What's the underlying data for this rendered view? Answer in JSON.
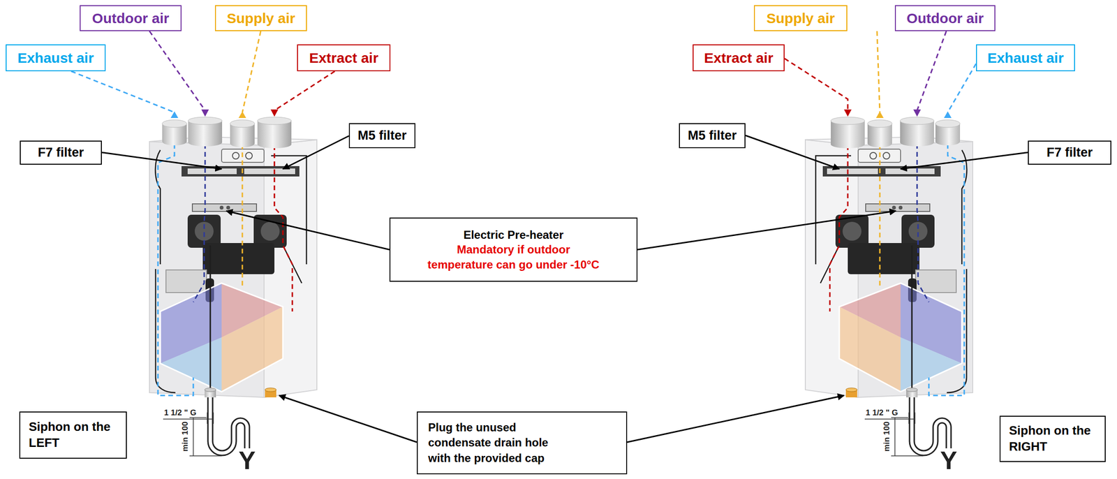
{
  "diagram": {
    "nodes": [
      {
        "text": [
          "Outdoor air"
        ]
      },
      {
        "text": [
          "Supply air"
        ]
      },
      {
        "text": [
          "Supply air"
        ]
      },
      {
        "text": [
          "Outdoor air"
        ]
      },
      {
        "text": [
          "Exhaust air"
        ]
      },
      {
        "text": [
          "Extract air"
        ]
      },
      {
        "text": [
          "Extract air"
        ]
      },
      {
        "text": [
          "Exhaust air"
        ]
      },
      {
        "text": [
          "F7 filter"
        ]
      },
      {
        "text": [
          "M5 filter"
        ]
      },
      {
        "text": [
          "M5 filter"
        ]
      },
      {
        "text": [
          "F7 filter"
        ]
      },
      {
        "text": [
          "Electric Pre-heater",
          "Mandatory if outdoor temperature can go under -10°C"
        ]
      },
      {
        "text": [
          "Plug the unused condensate drain hole with the provided cap"
        ]
      },
      {
        "text": [
          "Siphon on the LEFT"
        ]
      },
      {
        "text": [
          "Siphon on the RIGHT"
        ]
      }
    ],
    "labels": [
      "1 1/2 \" G",
      "min 100",
      "Y",
      "1 1/2 \" G",
      "min 100",
      "Y"
    ]
  }
}
